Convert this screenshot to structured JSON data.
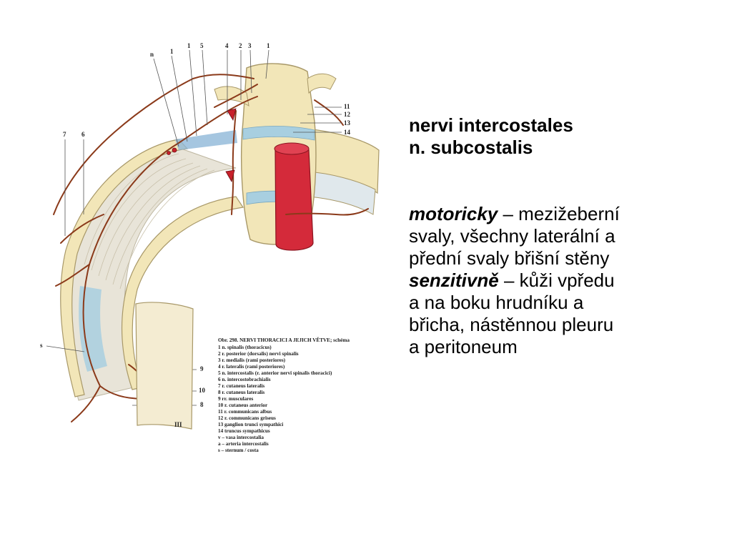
{
  "heading": {
    "line1": "nervi intercostales",
    "line2": "n. subcostalis"
  },
  "motor": {
    "term": "motoricky",
    "line1_rest": " – mezižeberní",
    "line2": "svaly, všechny laterální a",
    "line3": "přední svaly břišní stěny"
  },
  "sensory": {
    "term": "senzitivně",
    "line1_rest": " – kůži vpředu",
    "line2": "a na boku hrudníku a",
    "line3": "břicha, nástěnnou pleuru",
    "line4": "a peritoneum"
  },
  "figure": {
    "top_labels": [
      "n",
      "1",
      "1",
      "5",
      "4",
      "2",
      "3",
      "1"
    ],
    "left_labels": [
      "7",
      "6"
    ],
    "right_labels": [
      "11",
      "12",
      "13",
      "14"
    ],
    "side_labels": [
      "s",
      "9",
      "10",
      "8"
    ],
    "bottom_label": "III",
    "legend_title": "Obr. 298. NERVI THORACICI A JEJICH VĚTVE; schéma",
    "legend_items": [
      "1 n. spinalis (thoracicus)",
      "2 r. posterior (dorsalis) nervi spinalis",
      "3 r. medialis (rami posteriores)",
      "4 r. lateralis (rami posteriores)",
      "5 n. intercostalis (r. anterior nervi spinalis thoracici)",
      "6 n. intercostobrachialis",
      "7 r. cutaneus lateralis",
      "8 r. cutaneus lateralis",
      "9 rr. musculares",
      "10 r. cutaneus anterior",
      "11 r. communicans albus",
      "12 r. communicans griseus",
      "13 ganglion trunci sympathici",
      "14 truncus sympathicus",
      "v – vasa intercostalia",
      "a – arteria intercostalis",
      "s – sternum / costa"
    ]
  },
  "colors": {
    "text": "#000000",
    "aorta": "#d42a3a",
    "nerve": "#8b3a1a",
    "bone": "#f2e6b8",
    "membrane": "#a8cfe0"
  }
}
